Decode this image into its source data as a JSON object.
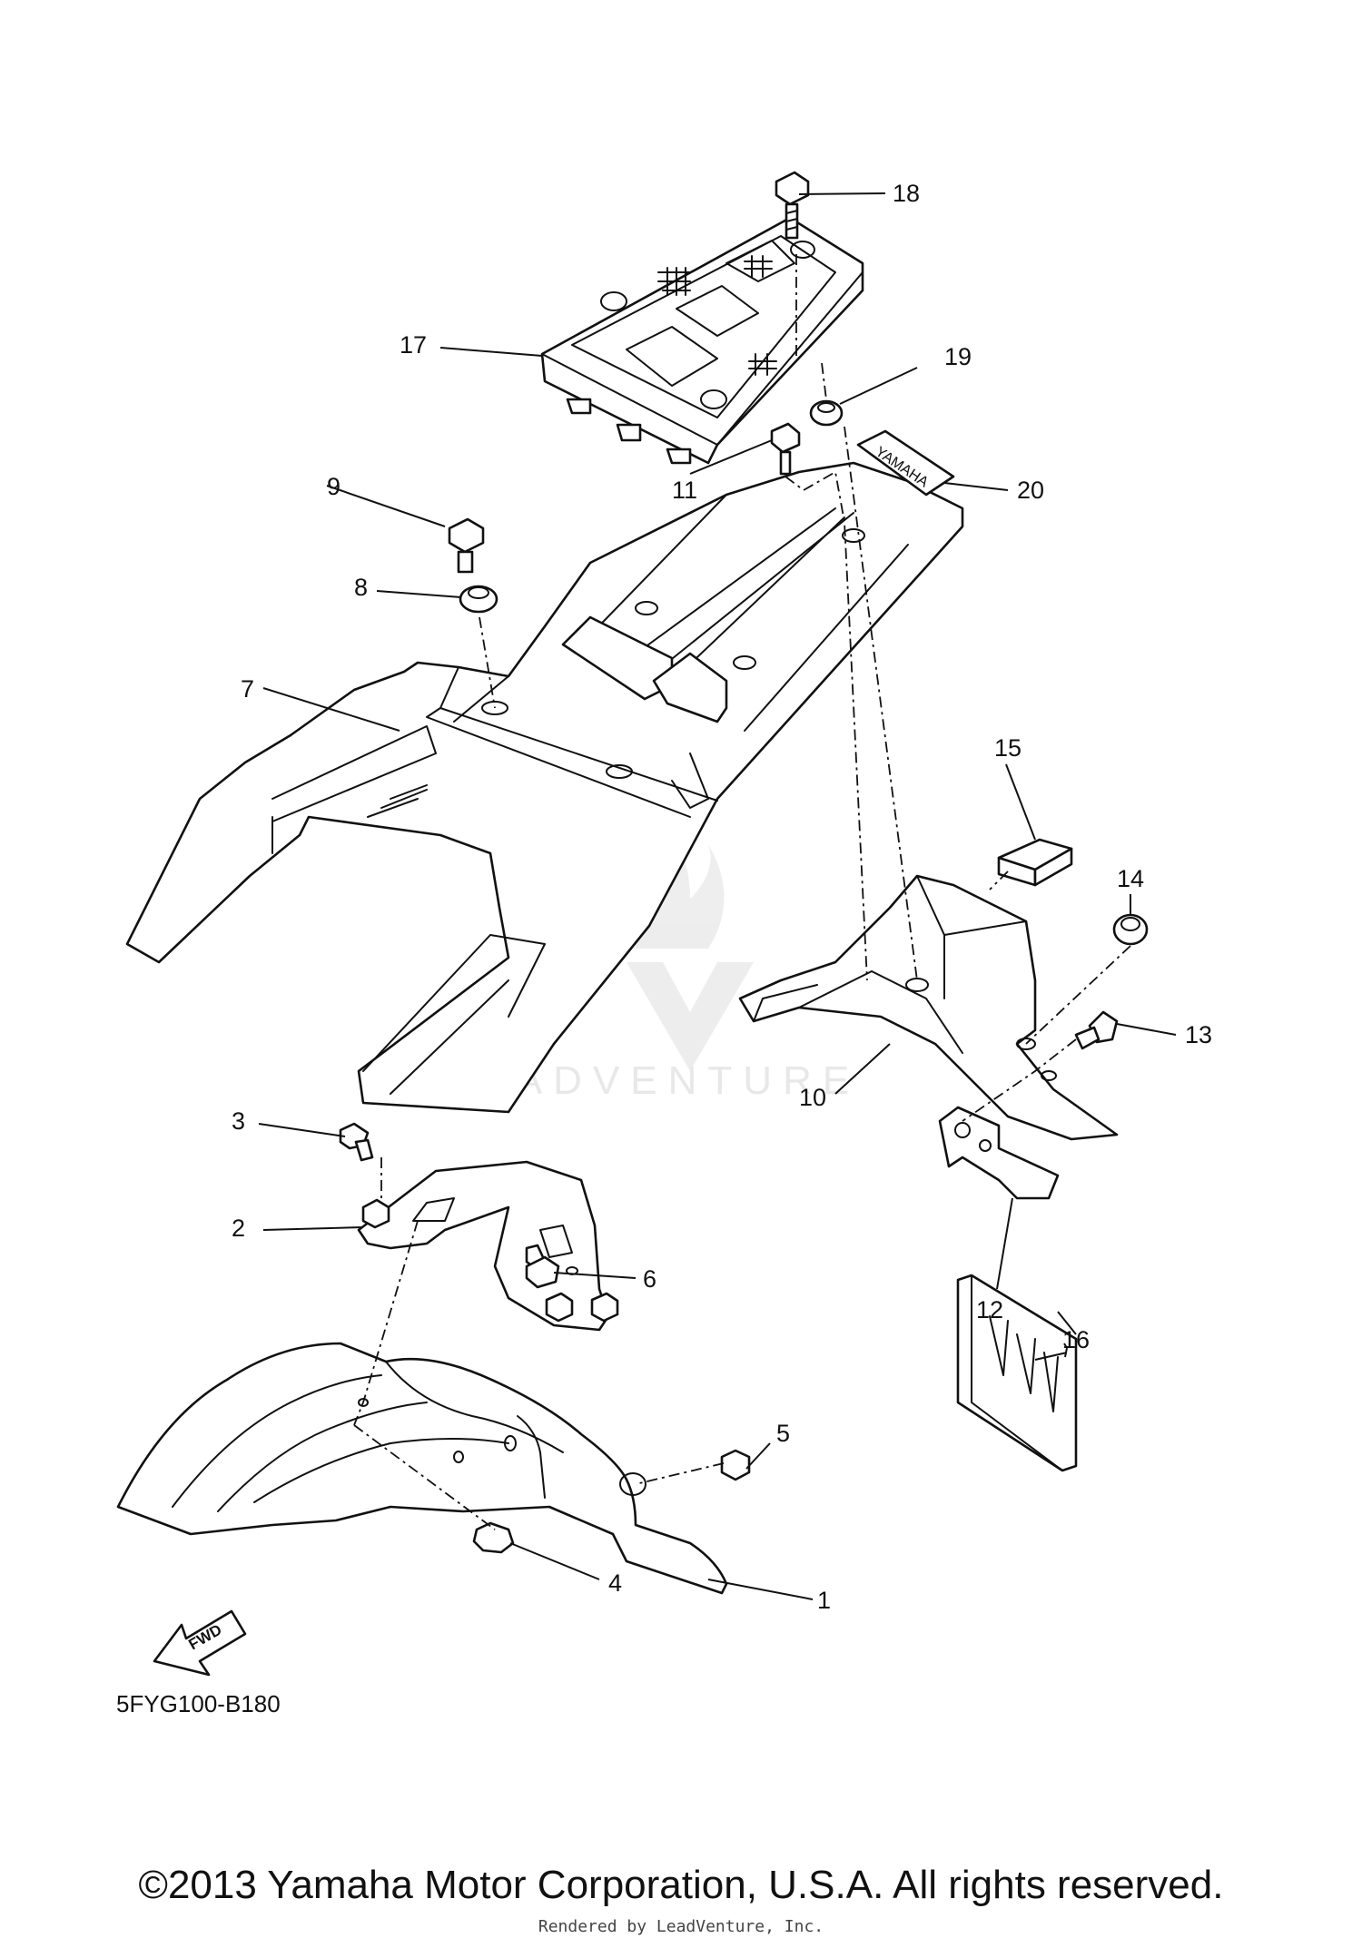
{
  "diagram_code": "5FYG100-B180",
  "copyright": "©2013 Yamaha Motor Corporation, U.S.A. All rights reserved.",
  "rendered_by": "Rendered by LeadVenture, Inc.",
  "watermark": "LEADVENTURE",
  "fwd_label": "FWD",
  "decal_text": "YAMAHA",
  "callouts": [
    "1",
    "2",
    "3",
    "4",
    "5",
    "6",
    "7",
    "8",
    "9",
    "10",
    "11",
    "12",
    "13",
    "14",
    "15",
    "16",
    "17",
    "18",
    "19",
    "20"
  ]
}
